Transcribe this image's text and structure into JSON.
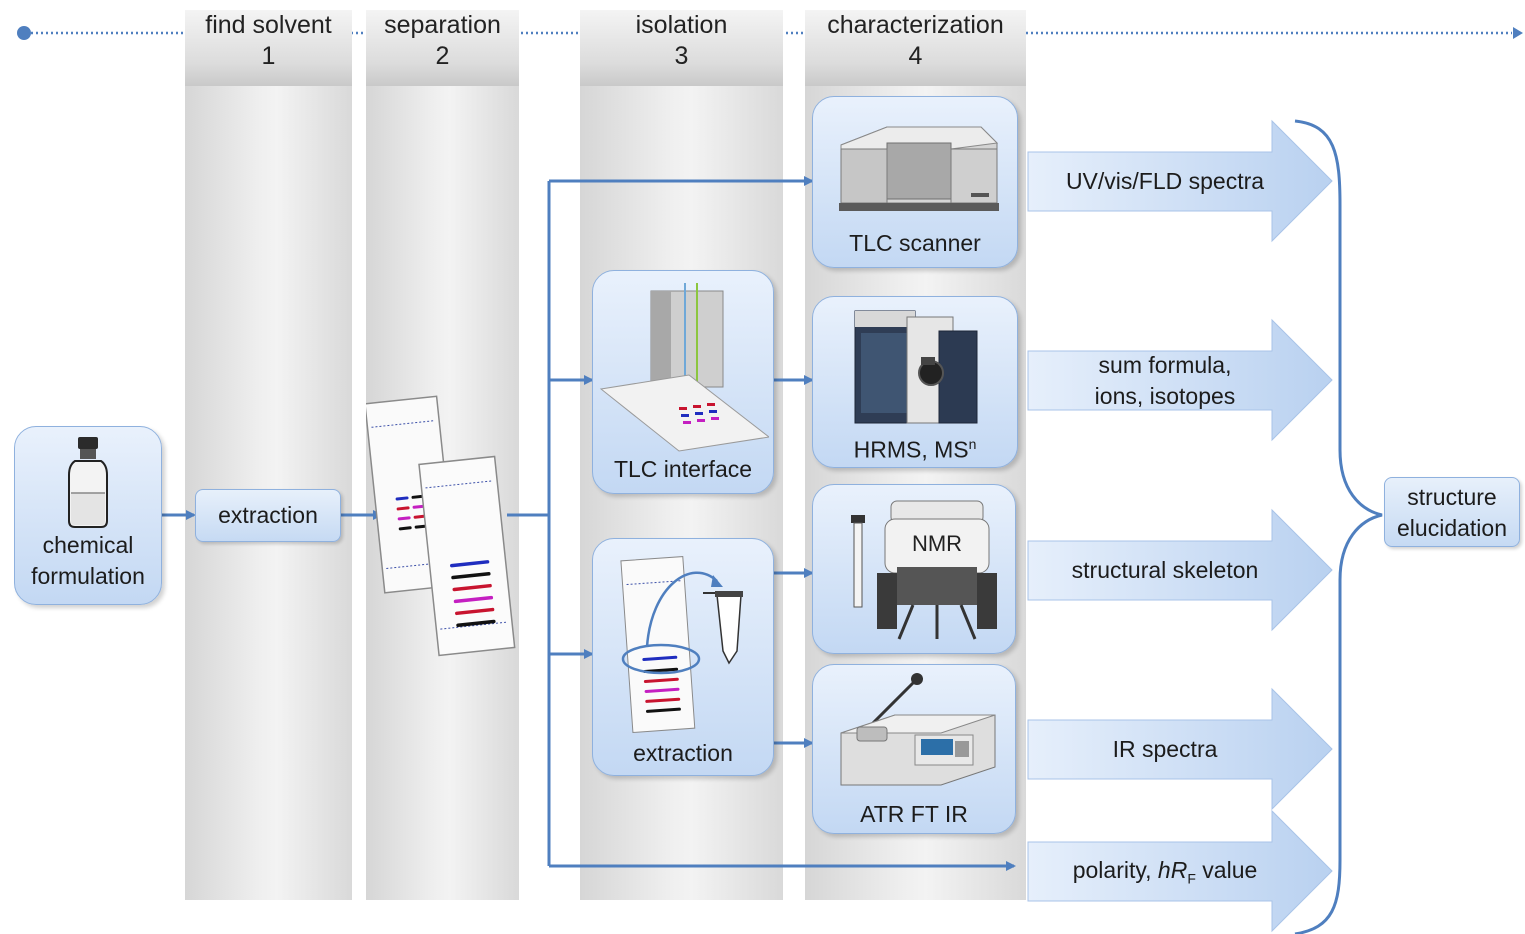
{
  "stages": [
    {
      "title": "find solvent",
      "number": "1"
    },
    {
      "title": "separation",
      "number": "2"
    },
    {
      "title": "isolation",
      "number": "3"
    },
    {
      "title": "characterization",
      "number": "4"
    }
  ],
  "sample": {
    "line1": "chemical",
    "line2": "formulation"
  },
  "step_extraction": "extraction",
  "isolation": {
    "tlc_interface": "TLC interface",
    "extraction": "extraction"
  },
  "instruments": {
    "tlc_scanner": "TLC scanner",
    "hrms": "HRMS, MS",
    "hrms_sup": "n",
    "nmr_label": "NMR",
    "atr": "ATR FT IR"
  },
  "results": {
    "uv": "UV/vis/FLD spectra",
    "sum_line1": "sum formula,",
    "sum_line2": "ions, isotopes",
    "skeleton": "structural skeleton",
    "ir": "IR spectra",
    "polarity_pre": "polarity, ",
    "polarity_h": "h",
    "polarity_r": "R",
    "polarity_sub": "F",
    "polarity_post": " value"
  },
  "final": {
    "line1": "structure",
    "line2": "elucidation"
  },
  "colors": {
    "flow": "#4f7fbf",
    "box_border": "#8fb1de",
    "band_colors": [
      "#1f2dbf",
      "#c8142f",
      "#c41fc1",
      "#111111"
    ]
  }
}
